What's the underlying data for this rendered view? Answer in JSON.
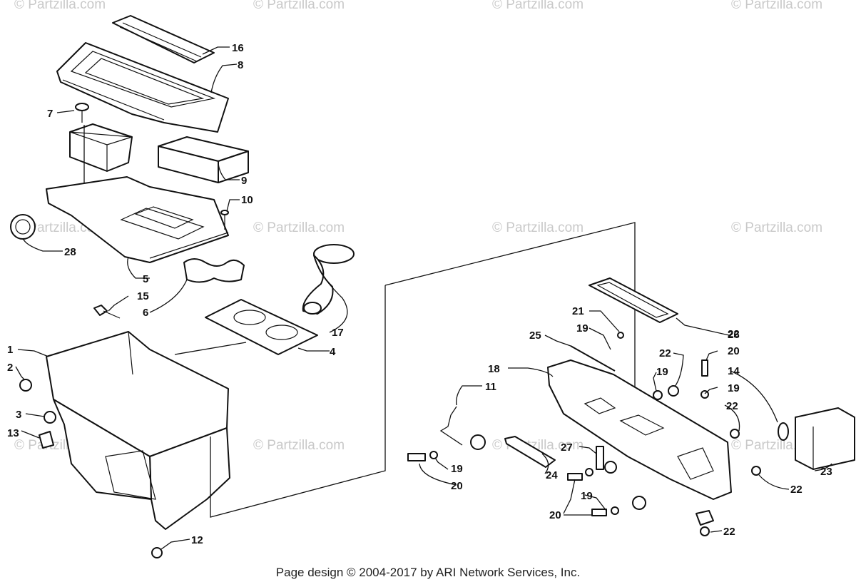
{
  "watermark": "© Partzilla.com",
  "footer": "Page design © 2004-2017 by ARI Network Services, Inc.",
  "callouts": [
    "1",
    "2",
    "3",
    "4",
    "5",
    "6",
    "7",
    "8",
    "9",
    "10",
    "11",
    "12",
    "13",
    "14",
    "15",
    "16",
    "17",
    "18",
    "19",
    "19",
    "19",
    "19",
    "19",
    "20",
    "20",
    "20",
    "21",
    "22",
    "22",
    "22",
    "22",
    "22",
    "23",
    "24",
    "25",
    "26",
    "27",
    "28"
  ]
}
